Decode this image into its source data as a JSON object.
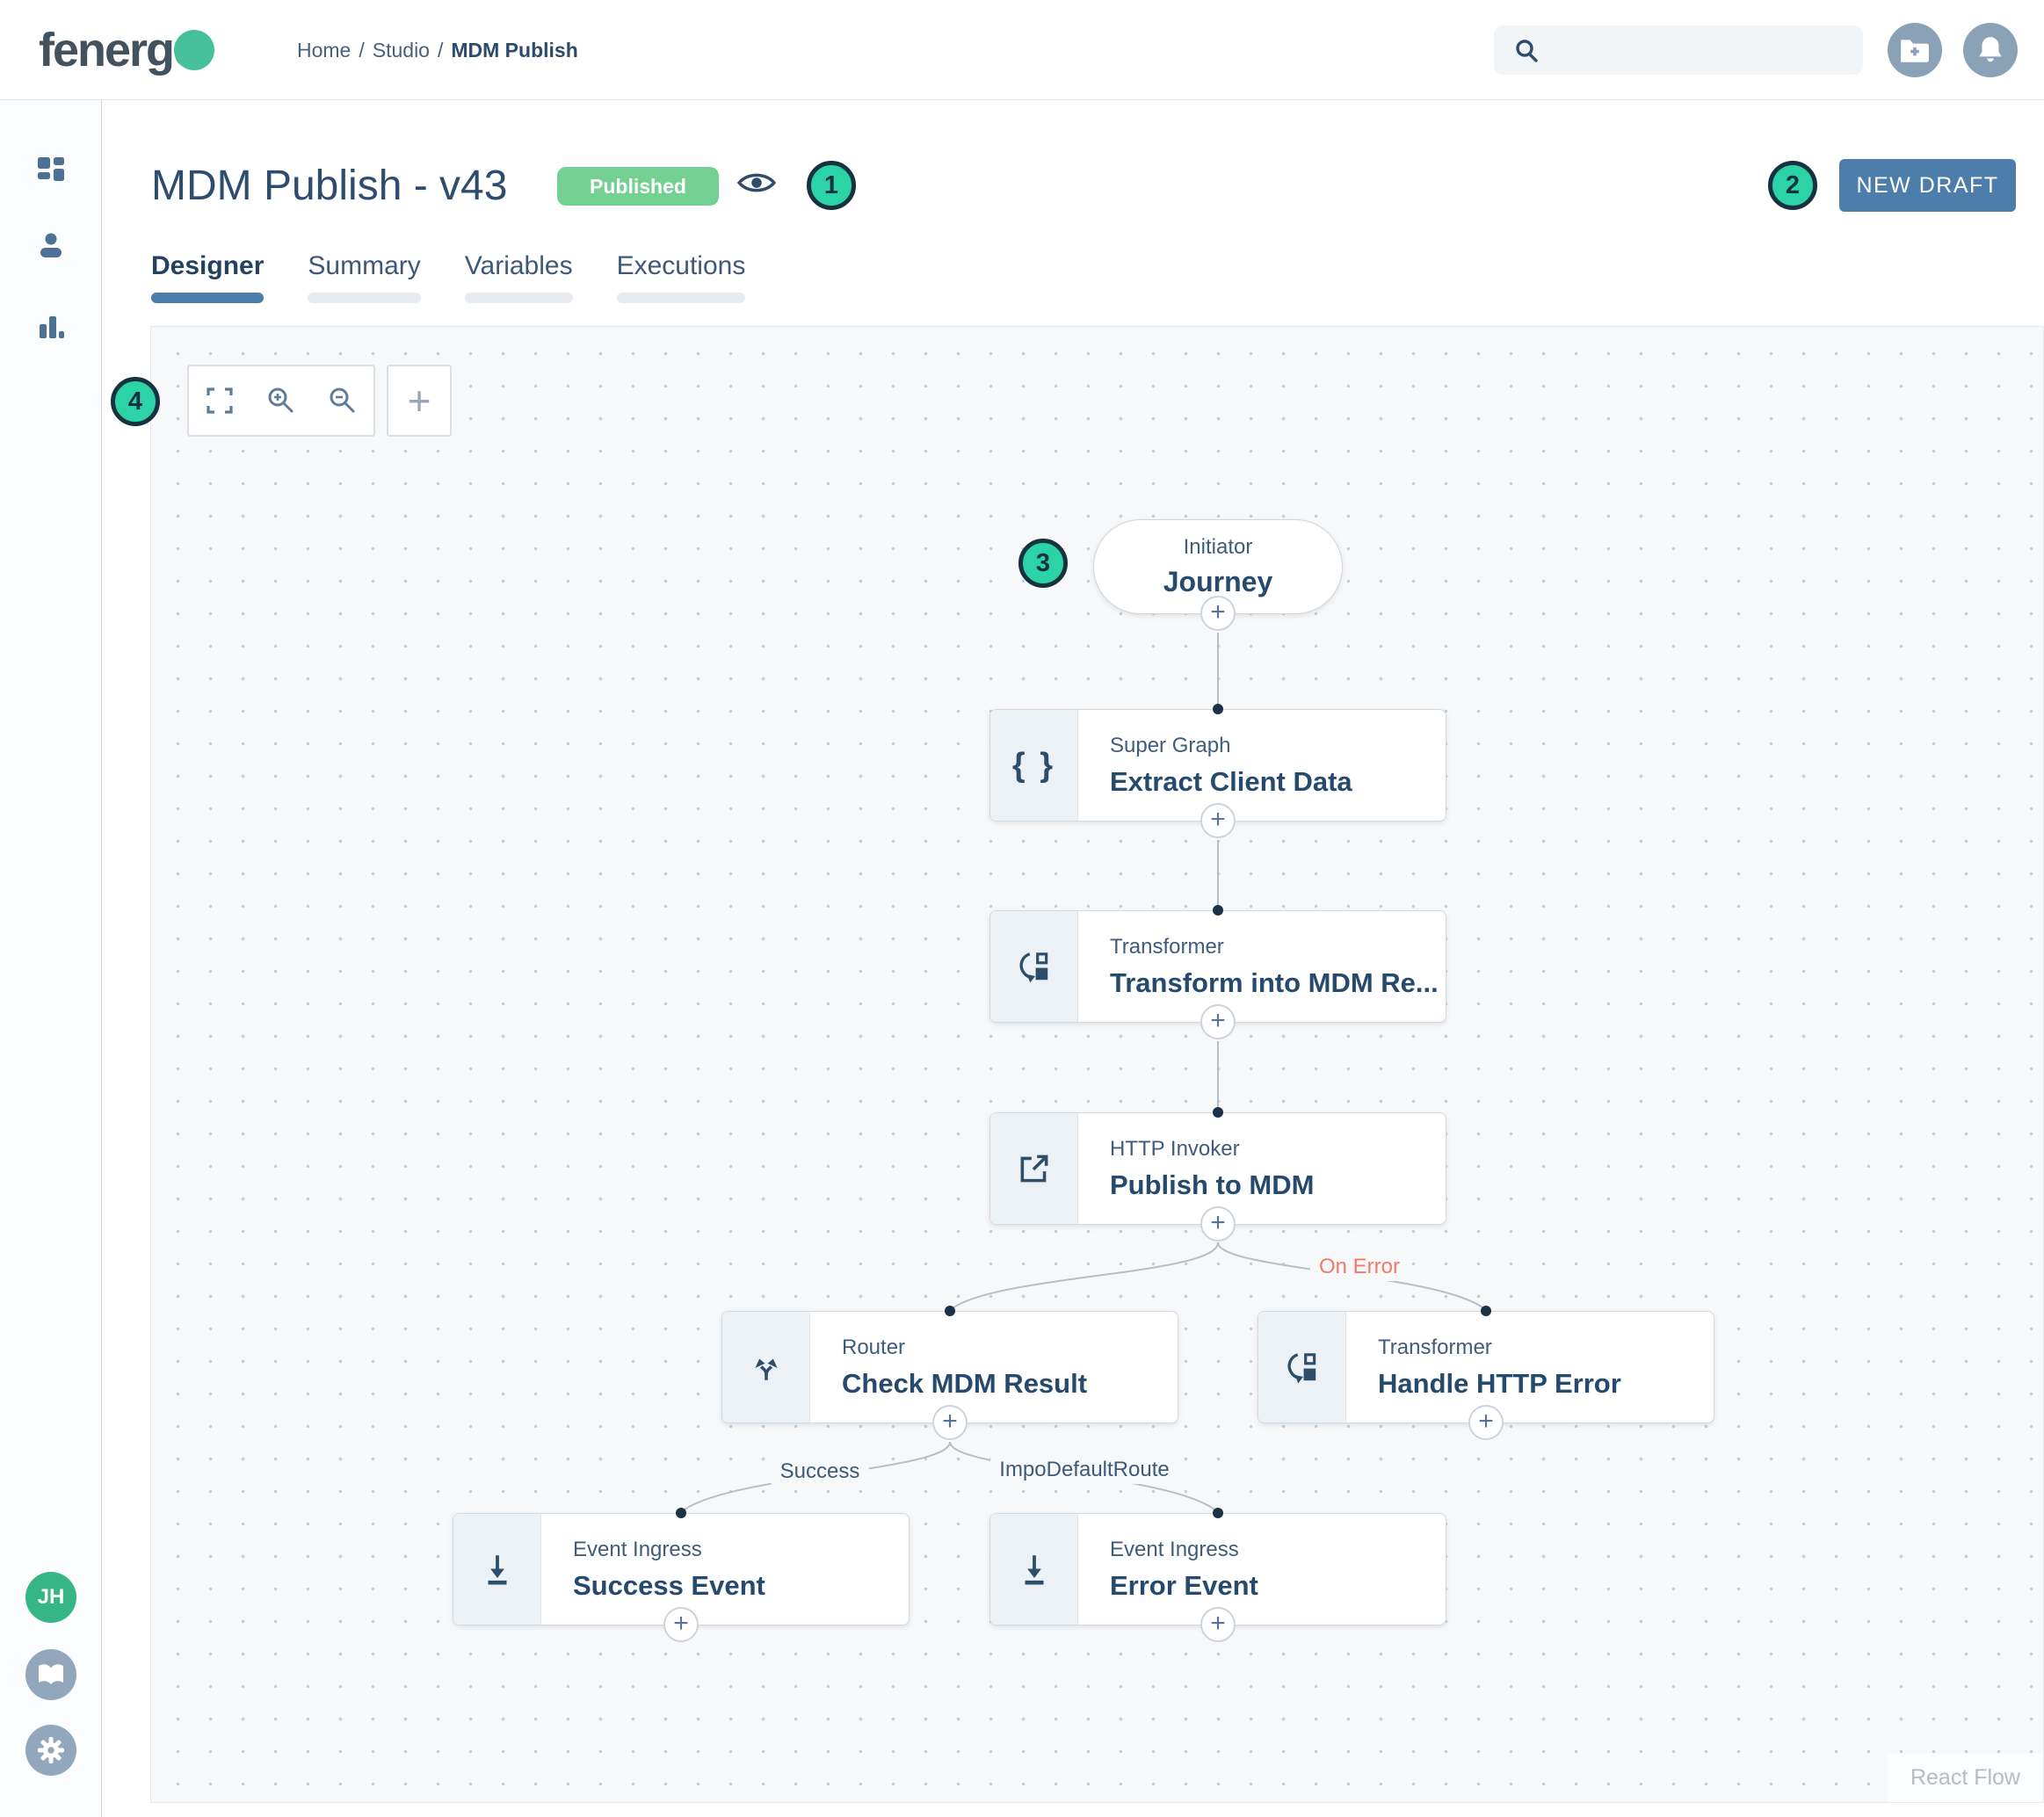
{
  "header": {
    "logo_text": "fenergo",
    "breadcrumb": {
      "home": "Home",
      "studio": "Studio",
      "current": "MDM Publish",
      "separator": "/"
    },
    "search": {
      "placeholder": "",
      "value": ""
    }
  },
  "sidebar": {
    "avatar_initials": "JH"
  },
  "page": {
    "title": "MDM Publish - v43",
    "status_badge": "Published",
    "new_draft_label": "NEW DRAFT",
    "tabs": [
      {
        "label": "Designer",
        "active": true
      },
      {
        "label": "Summary",
        "active": false
      },
      {
        "label": "Variables",
        "active": false
      },
      {
        "label": "Executions",
        "active": false
      }
    ]
  },
  "annotations": {
    "markers": [
      "1",
      "2",
      "3",
      "4"
    ]
  },
  "canvas": {
    "attribution": "React Flow",
    "nodes": [
      {
        "id": "journey",
        "type": "Initiator",
        "name": "Journey"
      },
      {
        "id": "extract-client-data",
        "type": "Super Graph",
        "name": "Extract Client Data",
        "icon": "braces-icon"
      },
      {
        "id": "transform-into-mdm",
        "type": "Transformer",
        "name": "Transform into MDM Re...",
        "icon": "transform-icon"
      },
      {
        "id": "publish-to-mdm",
        "type": "HTTP Invoker",
        "name": "Publish to MDM",
        "icon": "external-link-icon"
      },
      {
        "id": "check-mdm-result",
        "type": "Router",
        "name": "Check MDM Result",
        "icon": "fork-icon"
      },
      {
        "id": "handle-http-error",
        "type": "Transformer",
        "name": "Handle HTTP Error",
        "icon": "transform-icon"
      },
      {
        "id": "success-event",
        "type": "Event Ingress",
        "name": "Success Event",
        "icon": "ingress-icon"
      },
      {
        "id": "error-event",
        "type": "Event Ingress",
        "name": "Error Event",
        "icon": "ingress-icon"
      }
    ],
    "edge_labels": {
      "on_error": "On Error",
      "success": "Success",
      "default_route": "ImpoDefaultRoute"
    }
  },
  "colors": {
    "teal_accent": "#2bd3a6",
    "navy_text": "#2e4d6e",
    "badge_green": "#74d093",
    "primary_button_blue": "#4d7dab",
    "error_edge_label": "#ef7b68",
    "canvas_background": "#f7f8f9"
  }
}
